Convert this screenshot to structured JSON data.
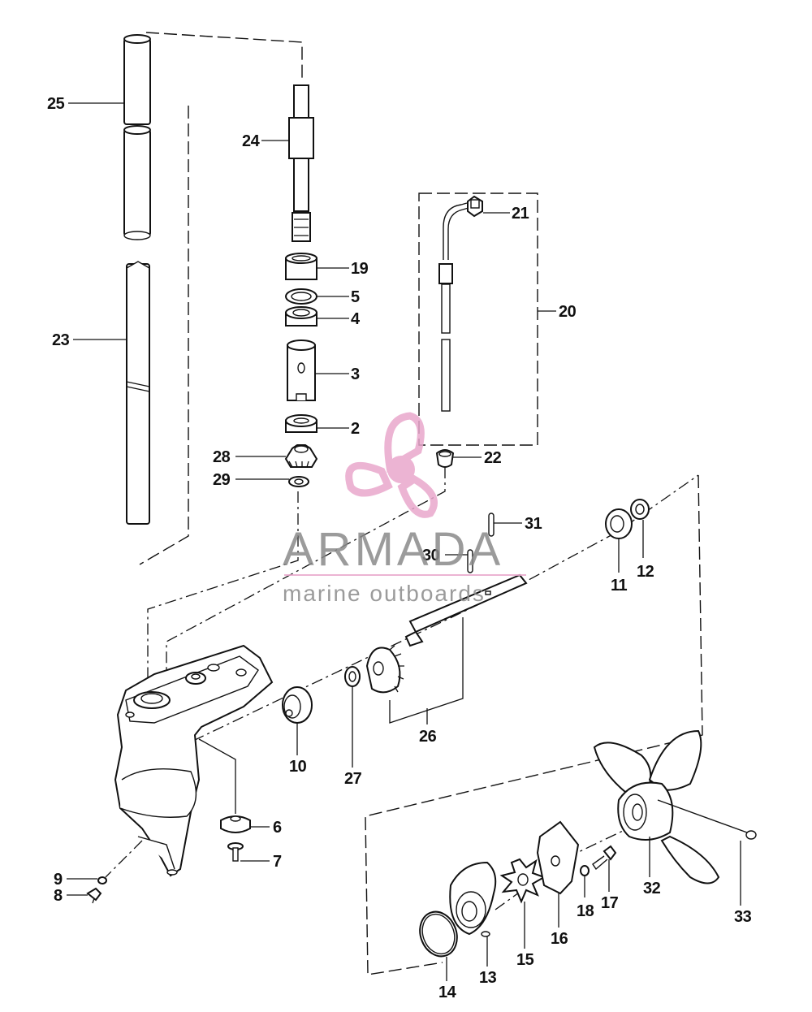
{
  "diagram": {
    "callouts": [
      {
        "id": "c25",
        "label": "25"
      },
      {
        "id": "c24",
        "label": "24"
      },
      {
        "id": "c23",
        "label": "23"
      },
      {
        "id": "c21",
        "label": "21"
      },
      {
        "id": "c19",
        "label": "19"
      },
      {
        "id": "c5",
        "label": "5"
      },
      {
        "id": "c4",
        "label": "4"
      },
      {
        "id": "c20",
        "label": "20"
      },
      {
        "id": "c3",
        "label": "3"
      },
      {
        "id": "c2",
        "label": "2"
      },
      {
        "id": "c28",
        "label": "28"
      },
      {
        "id": "c22",
        "label": "22"
      },
      {
        "id": "c29",
        "label": "29"
      },
      {
        "id": "c31",
        "label": "31"
      },
      {
        "id": "c30",
        "label": "30"
      },
      {
        "id": "c11",
        "label": "11"
      },
      {
        "id": "c12",
        "label": "12"
      },
      {
        "id": "c26",
        "label": "26"
      },
      {
        "id": "c10",
        "label": "10"
      },
      {
        "id": "c27",
        "label": "27"
      },
      {
        "id": "c6",
        "label": "6"
      },
      {
        "id": "c7",
        "label": "7"
      },
      {
        "id": "c9",
        "label": "9"
      },
      {
        "id": "c8",
        "label": "8"
      },
      {
        "id": "c32",
        "label": "32"
      },
      {
        "id": "c33",
        "label": "33"
      },
      {
        "id": "c18",
        "label": "18"
      },
      {
        "id": "c17",
        "label": "17"
      },
      {
        "id": "c16",
        "label": "16"
      },
      {
        "id": "c15",
        "label": "15"
      },
      {
        "id": "c13",
        "label": "13"
      },
      {
        "id": "c14",
        "label": "14"
      }
    ]
  },
  "watermark": {
    "brand": "ARMADA",
    "tagline": "marine outboards",
    "logo_color": "#e9a7cc",
    "text_color": "#8a8a8a"
  }
}
